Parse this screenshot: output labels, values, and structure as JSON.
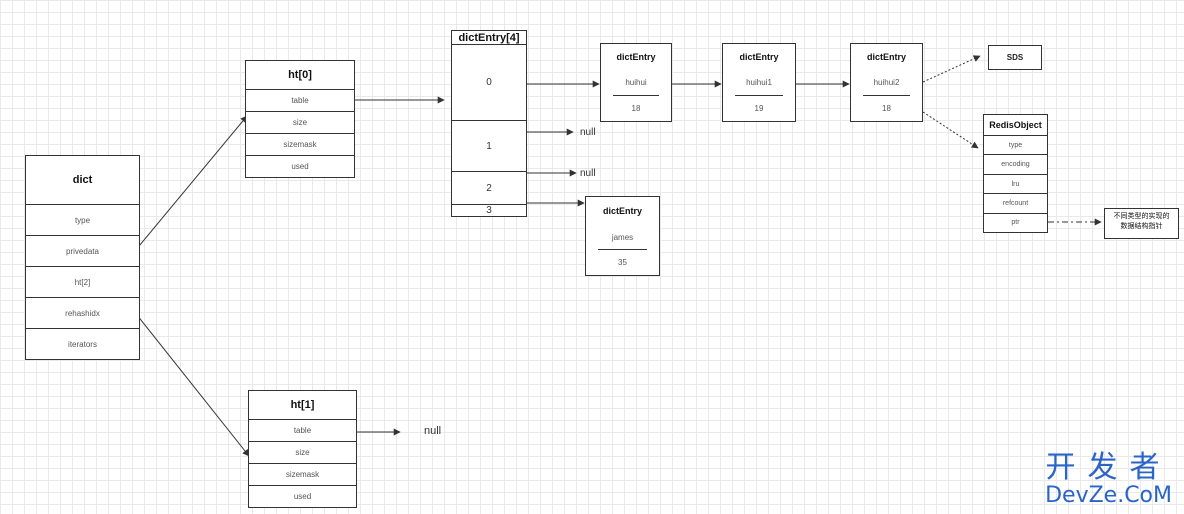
{
  "dict": {
    "title": "dict",
    "fields": [
      "type",
      "privedata",
      "ht[2]",
      "rehashidx",
      "iterators"
    ]
  },
  "ht0": {
    "title": "ht[0]",
    "fields": [
      "table",
      "size",
      "sizemask",
      "used"
    ]
  },
  "ht1": {
    "title": "ht[1]",
    "fields": [
      "table",
      "size",
      "sizemask",
      "used"
    ],
    "table_target": "null"
  },
  "buckets": {
    "title": "dictEntry[4]",
    "slots": [
      "0",
      "1",
      "2",
      "3"
    ],
    "null_label": "null"
  },
  "entries": {
    "e1": {
      "title": "dictEntry",
      "key": "huihui",
      "value": "18"
    },
    "e2": {
      "title": "dictEntry",
      "key": "huihui1",
      "value": "19"
    },
    "e3": {
      "title": "dictEntry",
      "key": "huihui2",
      "value": "18"
    },
    "e4": {
      "title": "dictEntry",
      "key": "james",
      "value": "35"
    }
  },
  "sds": {
    "label": "SDS"
  },
  "redisObject": {
    "title": "RedisObject",
    "fields": [
      "type",
      "encoding",
      "lru",
      "refcount",
      "ptr"
    ]
  },
  "ptr_note": {
    "line1": "不同类型的实现的",
    "line2": "数据结构指针"
  },
  "watermark": {
    "cn": "开发者",
    "en": "DevZe.CoM"
  }
}
